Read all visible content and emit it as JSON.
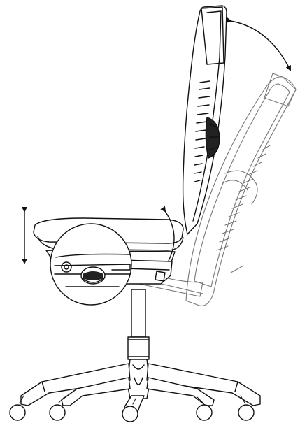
{
  "figure": {
    "caption": "",
    "components": {
      "backrest_upright": "backrest-upright",
      "backrest_reclined": "backrest-reclined",
      "seat": "seat-cushion",
      "height_lever_detail": "height-lever-detail",
      "gas_cylinder": "gas-cylinder",
      "star_base": "five-star-base",
      "casters": 5
    },
    "indicators": [
      {
        "name": "seat-height-arrow",
        "type": "double-arrow",
        "direction": "vertical"
      },
      {
        "name": "recline-arc-arrow",
        "type": "double-arrow",
        "direction": "arc"
      },
      {
        "name": "seat-tilt-arrow",
        "type": "double-arrow",
        "direction": "arc"
      }
    ]
  }
}
